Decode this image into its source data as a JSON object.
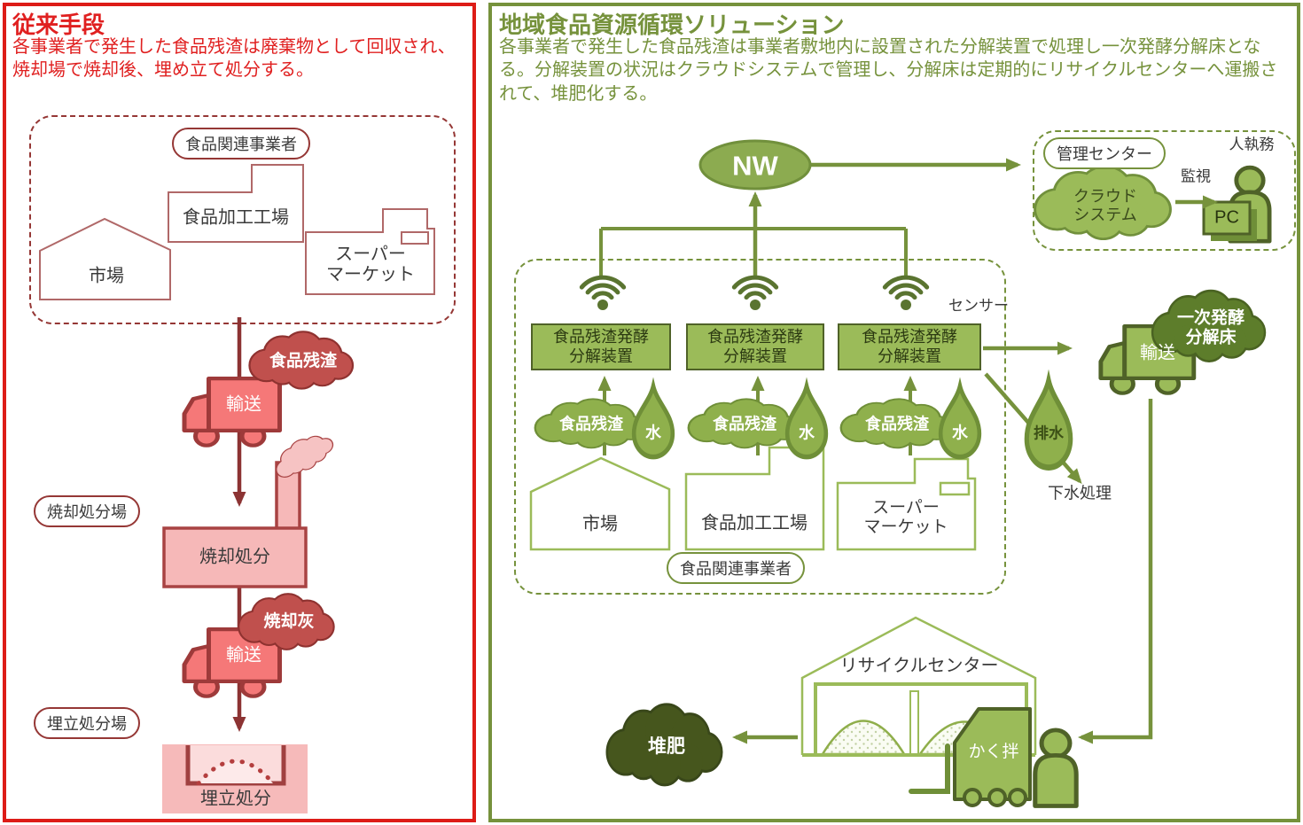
{
  "colors": {
    "red_accent": "#e02020",
    "red_border": "#dd1c17",
    "red_dark": "#953735",
    "red_cloud": "#c0504d",
    "pink_truck": "#f57878",
    "pink_building": "#f6b8b8",
    "green_accent": "#76923c",
    "green_mid": "#9bbb59",
    "green_cloud": "#8fb04c",
    "green_dark": "#4f6228",
    "green_ferment": "#5d7d2b",
    "green_compost": "#46561d"
  },
  "left": {
    "title": "従来手段",
    "description": "各事業者で発生した食品残渣は廃棄物として回収され、焼却場で焼却後、埋め立て処分する。",
    "group_label": "食品関連事業者",
    "market": "市場",
    "factory": "食品加工工場",
    "supermarket": "スーパー\nマーケット",
    "waste_cloud": "食品残渣",
    "transport1": "輸送",
    "incineration_site": "焼却処分場",
    "incineration_plant": "焼却処分",
    "ash_cloud": "焼却灰",
    "transport2": "輸送",
    "landfill_site": "埋立処分場",
    "landfill": "埋立処分"
  },
  "right": {
    "title": "地域食品資源循環ソリューション",
    "description": "各事業者で発生した食品残渣は事業者敷地内に設置された分解装置で処理し一次発酵分解床となる。分解装置の状況はクラウドシステムで管理し、分解床は定期的にリサイクルセンターへ運搬されて、堆肥化する。",
    "nw": "NW",
    "mgmt_label": "管理センター",
    "cloud_system": "クラウド\nシステム",
    "monitor": "監視",
    "person_duty": "人執務",
    "pc": "PC",
    "sensor": "センサー",
    "device": "食品残渣発酵\n分解装置",
    "waste_cloud": "食品残渣",
    "water": "水",
    "market": "市場",
    "factory": "食品加工工場",
    "supermarket": "スーパー\nマーケット",
    "group_label": "食品関連事業者",
    "transport": "輸送",
    "ferment_cloud": "一次発酵\n分解床",
    "drain": "排水",
    "sewage": "下水処理",
    "recycle_center": "リサイクルセンター",
    "agitate": "かく拌",
    "compost": "堆肥"
  }
}
